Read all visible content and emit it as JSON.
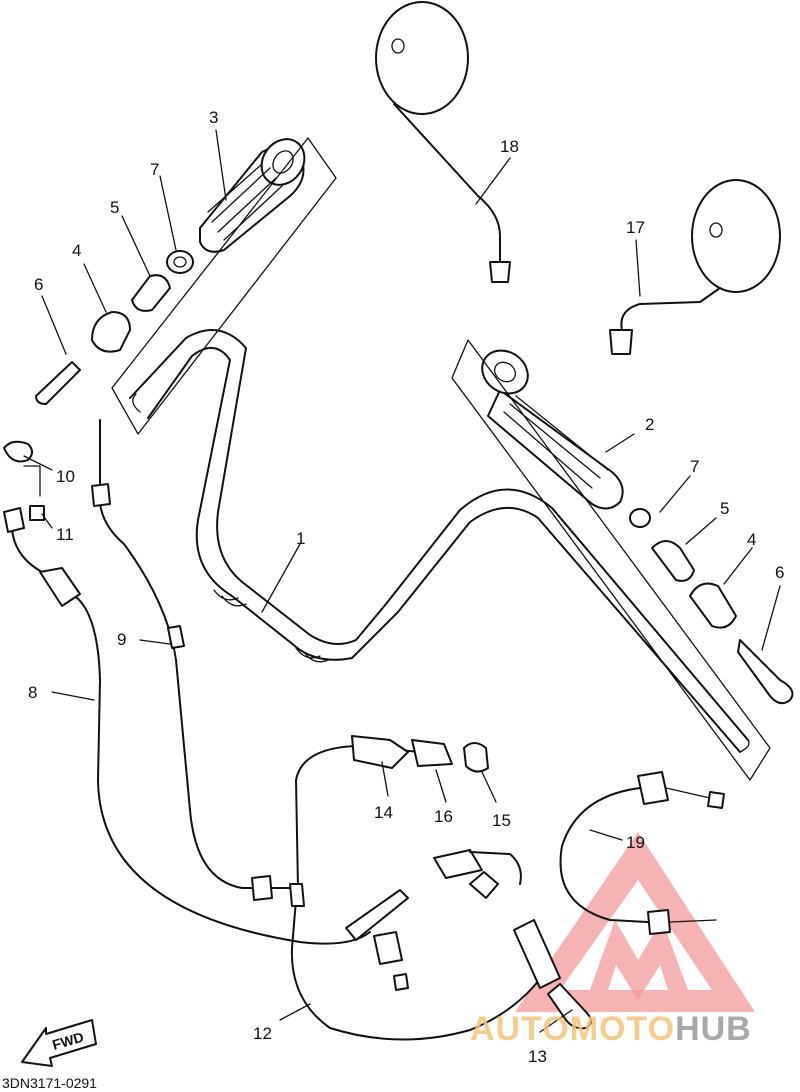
{
  "diagram_code": "3DN3171-0291",
  "fwd_label": "FWD",
  "watermark": {
    "part1": "AUTOMOTO",
    "part2": "HUB",
    "color1": "#f5c27a",
    "color2": "#9a9a9a",
    "logo_color": "#f19a9a"
  },
  "callouts": [
    {
      "id": "1",
      "label": "1"
    },
    {
      "id": "2",
      "label": "2"
    },
    {
      "id": "3",
      "label": "3"
    },
    {
      "id": "4a",
      "label": "4"
    },
    {
      "id": "4b",
      "label": "4"
    },
    {
      "id": "5a",
      "label": "5"
    },
    {
      "id": "5b",
      "label": "5"
    },
    {
      "id": "6a",
      "label": "6"
    },
    {
      "id": "6b",
      "label": "6"
    },
    {
      "id": "7a",
      "label": "7"
    },
    {
      "id": "7b",
      "label": "7"
    },
    {
      "id": "8",
      "label": "8"
    },
    {
      "id": "9",
      "label": "9"
    },
    {
      "id": "10",
      "label": "10"
    },
    {
      "id": "11",
      "label": "11"
    },
    {
      "id": "12",
      "label": "12"
    },
    {
      "id": "13",
      "label": "13"
    },
    {
      "id": "14",
      "label": "14"
    },
    {
      "id": "15",
      "label": "15"
    },
    {
      "id": "16",
      "label": "16"
    },
    {
      "id": "17",
      "label": "17"
    },
    {
      "id": "18",
      "label": "18"
    },
    {
      "id": "19",
      "label": "19"
    }
  ]
}
